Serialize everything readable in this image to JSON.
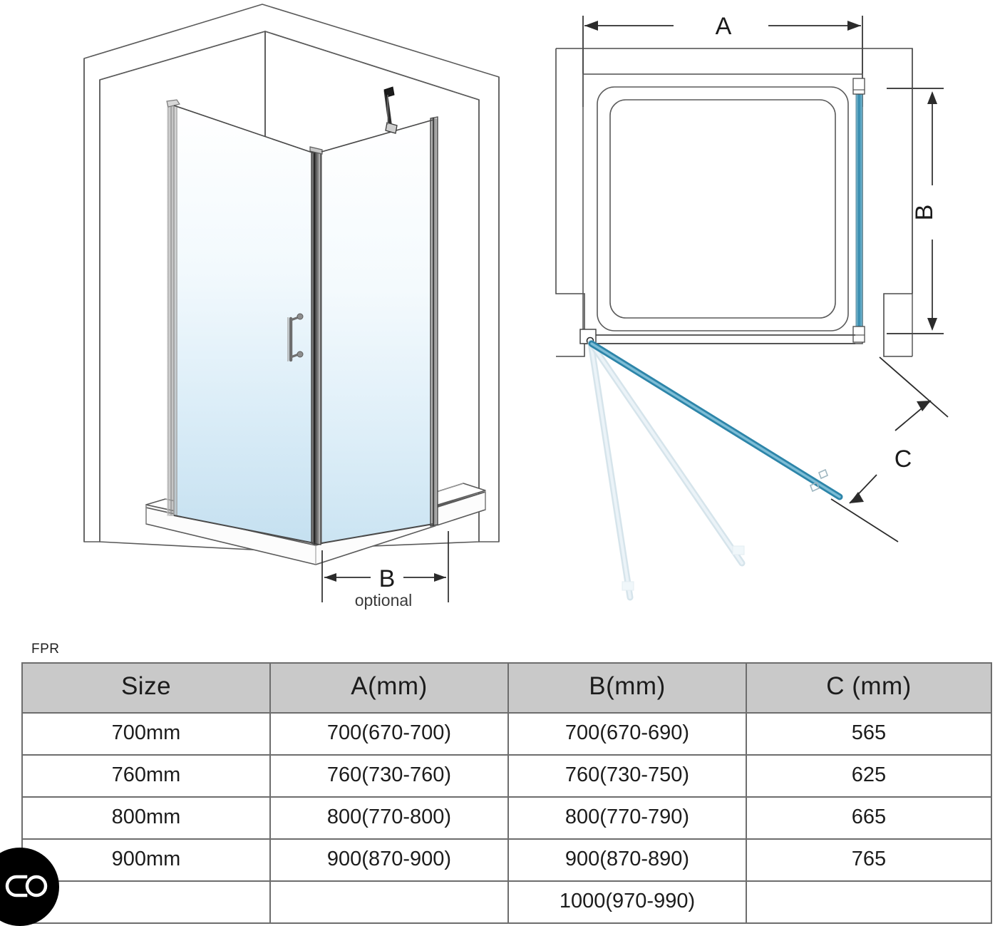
{
  "iso_diagram": {
    "name": "isometric-shower-enclosure",
    "dimension_b_label": "B",
    "dimension_b_note": "optional"
  },
  "top_diagram": {
    "name": "top-view-door-swing",
    "dimension_a_label": "A",
    "dimension_b_label": "B",
    "dimension_c_label": "C"
  },
  "table": {
    "caption": "FPR",
    "headers": [
      "Size",
      "A(mm)",
      "B(mm)",
      "C (mm)"
    ],
    "rows": [
      [
        "700mm",
        "700(670-700)",
        "700(670-690)",
        "565"
      ],
      [
        "760mm",
        "760(730-760)",
        "760(730-750)",
        "625"
      ],
      [
        "800mm",
        "800(770-800)",
        "800(770-790)",
        "665"
      ],
      [
        "900mm",
        "900(870-900)",
        "900(870-890)",
        "765"
      ],
      [
        "",
        "",
        "1000(970-990)",
        ""
      ]
    ]
  },
  "watermark": {
    "name": "co-logo-watermark",
    "text": "CO",
    "background": "#000000",
    "foreground": "#ffffff"
  },
  "colors": {
    "glass_tint": "#cfe5f2",
    "panel_blue": "#3d93b5",
    "ghost_blue": "#cfe0e8",
    "line": "#5a5a5a",
    "header_bg": "#c9c9c9",
    "border": "#6d6d6d"
  }
}
